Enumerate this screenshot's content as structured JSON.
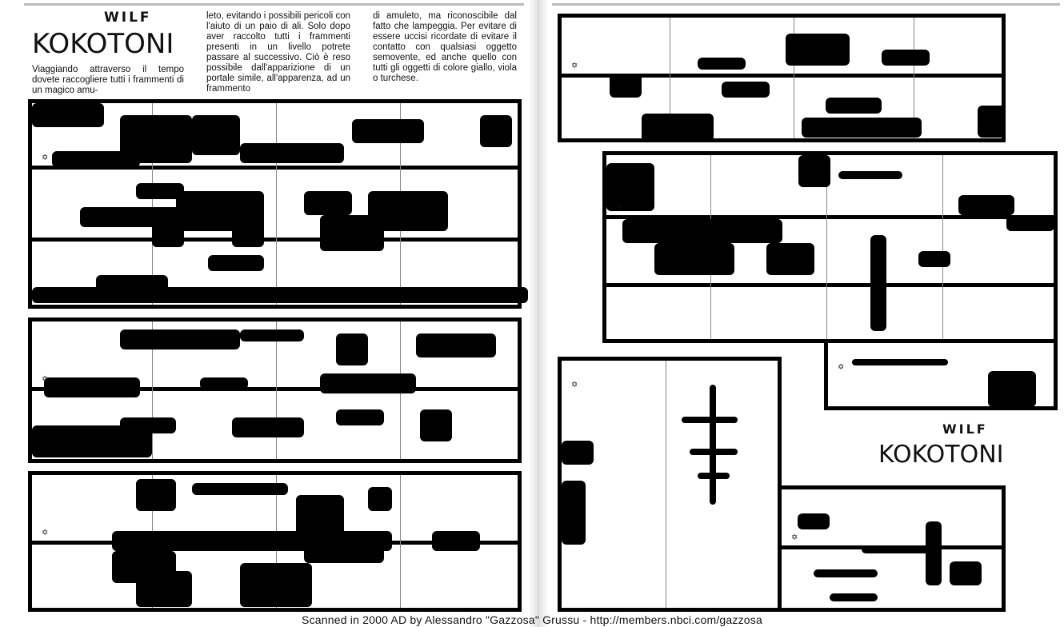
{
  "left_page": {
    "title_small": "WILF",
    "title_large": "KOKOTONI",
    "columns": [
      "Viaggiando attraverso il tempo dovete raccogliere tutti i frammenti di un magico amu-",
      "leto, evitando i possibili pericoli con l'aiuto di un paio di ali. Solo dopo aver raccolto tutti i frammenti presenti in un livello potrete passare al successivo. Ciò è reso possibile dall'apparizione di un portale simile, all'apparenza, ad un frammento",
      "di amuleto, ma riconoscibile dal fatto che lampeggia. Per evitare di essere uccisi ricordate di evitare il contatto con qualsiasi oggetto semovente, ed anche quello con tutti gli oggetti di colore giallo, viola o turchese."
    ]
  },
  "right_page": {
    "title_small": "WILF",
    "title_large": "KOKOTONI"
  },
  "credit": "Scanned in 2000 AD by Alessandro \"Gazzosa\" Grussu - http://members.nbci.com/gazzosa",
  "colors": {
    "ink": "#000000",
    "paper": "#ffffff"
  }
}
